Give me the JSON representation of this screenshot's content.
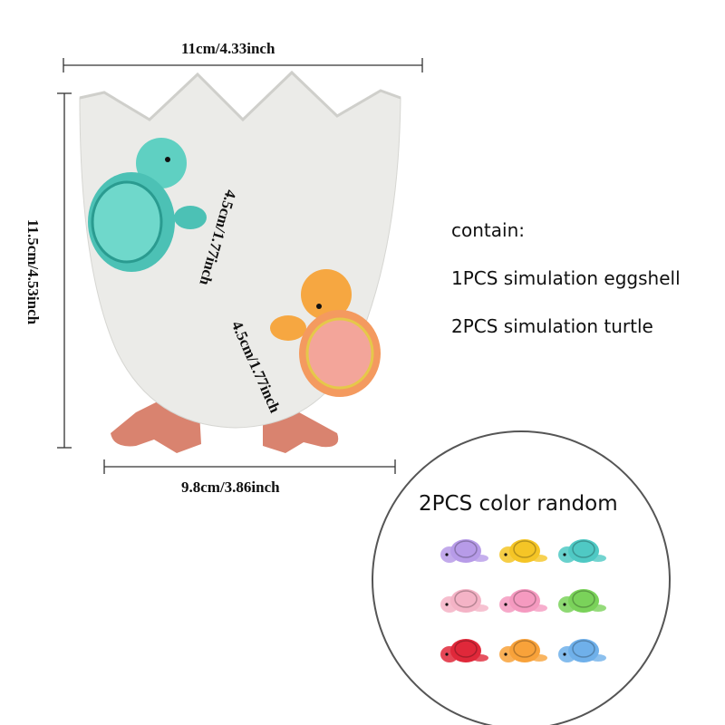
{
  "dimensions": {
    "top_width": "11cm/4.33inch",
    "height": "11.5cm/4.53inch",
    "turtle1": "4.5cm/1.77inch",
    "turtle2": "4.5cm/1.77inch",
    "bottom_width": "9.8cm/3.86inch"
  },
  "contents": {
    "heading": "contain:",
    "items": [
      "1PCS simulation eggshell",
      "2PCS simulation turtle"
    ]
  },
  "color_panel": {
    "title": "2PCS color random",
    "turtle_colors": [
      "#b79be8",
      "#f5c526",
      "#4fc9c4",
      "#f4b3c6",
      "#f59ac0",
      "#7ad25a",
      "#e0283a",
      "#f8a23a",
      "#6fb0ea"
    ]
  },
  "colors": {
    "egg": "#eeeeec",
    "feet": "#d9836f",
    "teal_turtle": "#4cc1b5",
    "orange_turtle": "#f6a741"
  }
}
